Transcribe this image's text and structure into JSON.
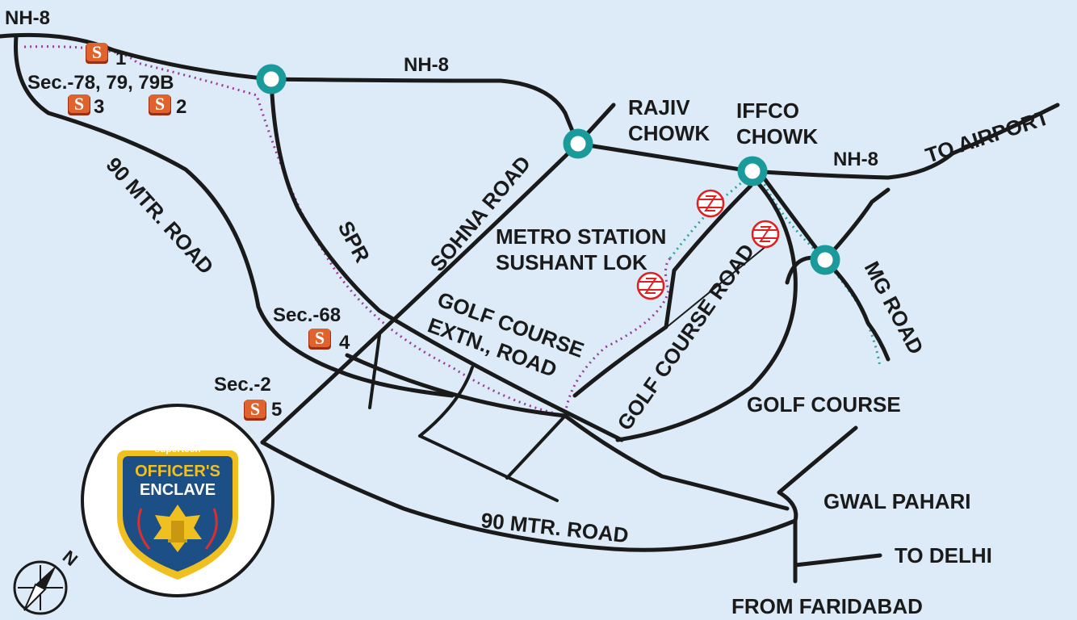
{
  "colors": {
    "background": "#dcebf7",
    "road": "#1a1a1a",
    "roundabout": "#1a9a9a",
    "dotted_route": "#9b3b9b",
    "metro_line": "#2aa3a3",
    "metro_icon": "#e02020",
    "project_marker": "#d8542a",
    "logo_shield": "#1d4f87",
    "logo_border": "#f0c020"
  },
  "labels": {
    "nh8_topleft": "NH-8",
    "nh8_top": "NH-8",
    "nh8_right": "NH-8",
    "rajiv_1": "RAJIV",
    "rajiv_2": "CHOWK",
    "iffco_1": "IFFCO",
    "iffco_2": "CHOWK",
    "to_airport": "TO AIRPORT",
    "sec_78": "Sec.-78, 79, 79B",
    "sec_68": "Sec.-68",
    "sec_2": "Sec.-2",
    "road_90_left": "90 MTR. ROAD",
    "road_90_bottom": "90 MTR. ROAD",
    "spr": "SPR",
    "sohna_road": "SOHNA ROAD",
    "metro_1": "METRO STATION",
    "metro_2": "SUSHANT LOK",
    "gce_1": "GOLF COURSE",
    "gce_2": "EXTN., ROAD",
    "golf_course_road": "GOLF COURSE ROAD",
    "mg_road": "MG ROAD",
    "golf_course": "GOLF COURSE",
    "gwal_pahari": "GWAL PAHARI",
    "to_delhi": "TO DELHI",
    "from_faridabad": "FROM FARIDABAD",
    "compass_n": "N"
  },
  "markers": [
    {
      "number": "1",
      "icon": "supertech-s-icon"
    },
    {
      "number": "2",
      "icon": "supertech-s-icon"
    },
    {
      "number": "3",
      "icon": "supertech-s-icon"
    },
    {
      "number": "4",
      "icon": "supertech-s-icon"
    },
    {
      "number": "5",
      "icon": "supertech-s-icon"
    }
  ],
  "logo": {
    "brand": "supertech",
    "line1": "OFFICER'S",
    "line2": "ENCLAVE"
  }
}
